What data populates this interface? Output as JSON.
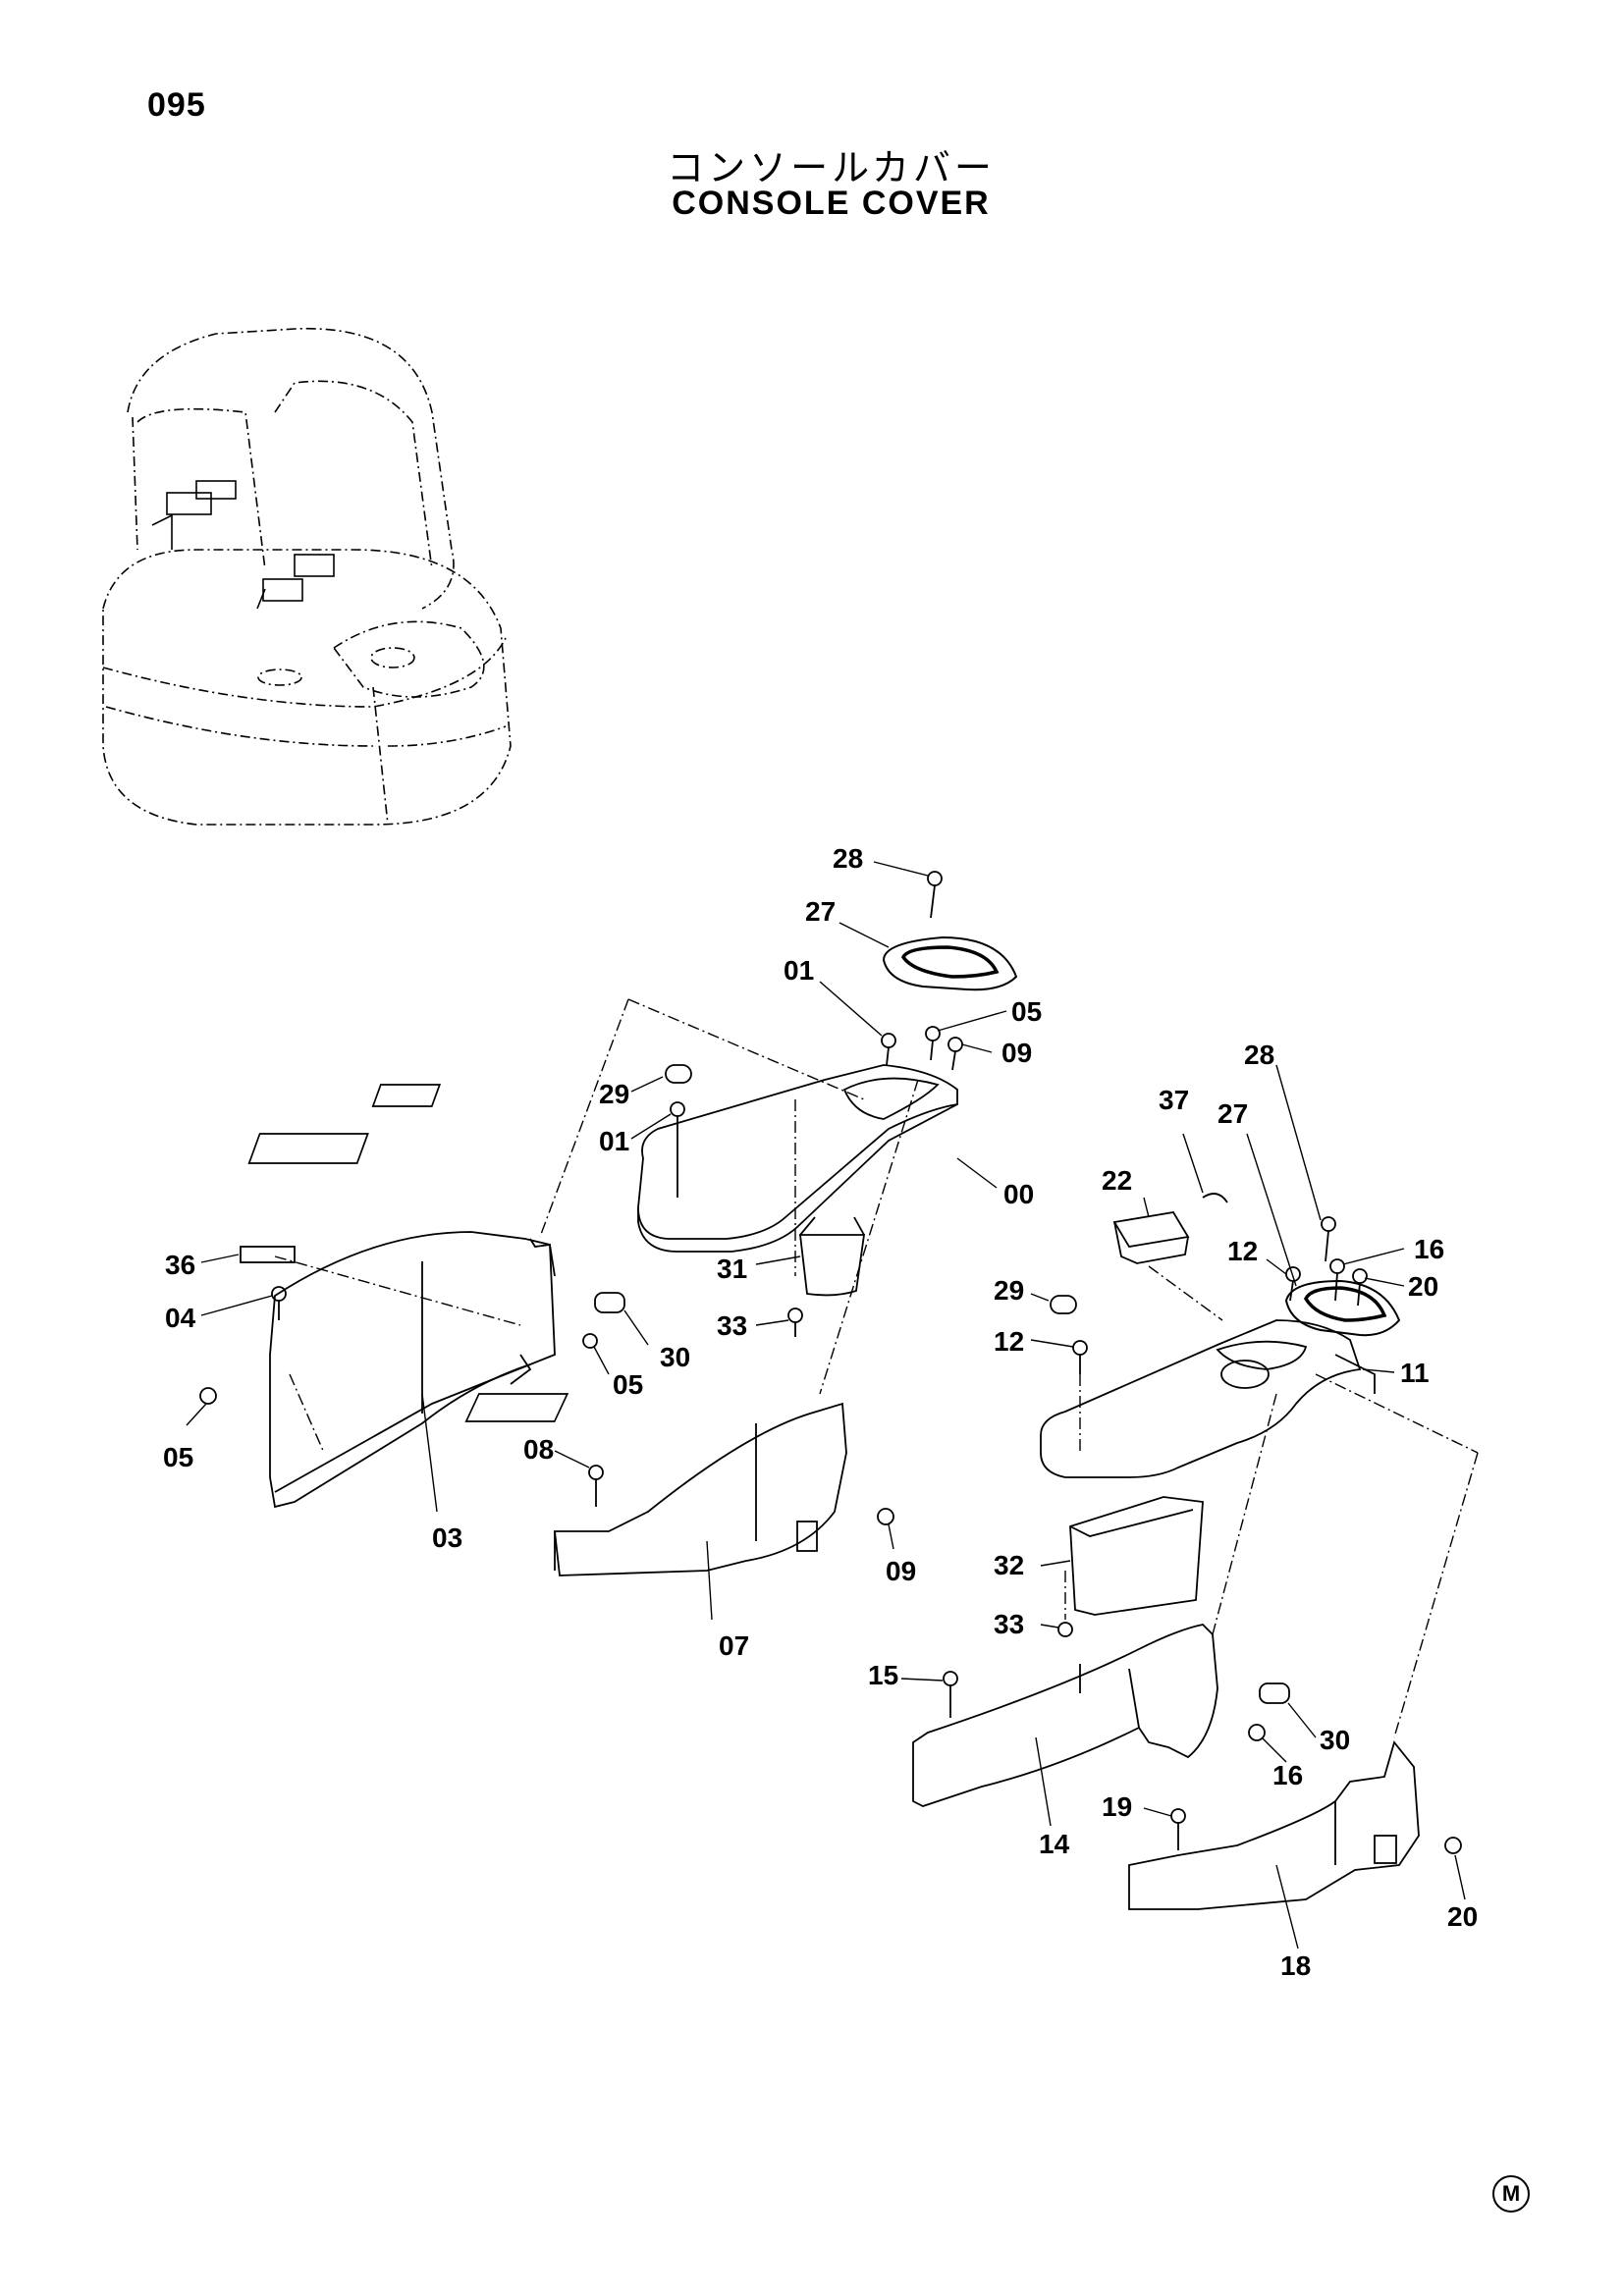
{
  "page": {
    "number": "095",
    "title_jp": "コンソールカバー",
    "title_en": "CONSOLE COVER",
    "marker": "M"
  },
  "callouts": [
    {
      "id": "c28a",
      "label": "28"
    },
    {
      "id": "c27a",
      "label": "27"
    },
    {
      "id": "c01a",
      "label": "01"
    },
    {
      "id": "c05a",
      "label": "05"
    },
    {
      "id": "c09a",
      "label": "09"
    },
    {
      "id": "c29a",
      "label": "29"
    },
    {
      "id": "c01b",
      "label": "01"
    },
    {
      "id": "c00",
      "label": "00"
    },
    {
      "id": "c31",
      "label": "31"
    },
    {
      "id": "c33a",
      "label": "33"
    },
    {
      "id": "c36",
      "label": "36"
    },
    {
      "id": "c04",
      "label": "04"
    },
    {
      "id": "c30a",
      "label": "30"
    },
    {
      "id": "c05b",
      "label": "05"
    },
    {
      "id": "c05c",
      "label": "05"
    },
    {
      "id": "c03",
      "label": "03"
    },
    {
      "id": "c08",
      "label": "08"
    },
    {
      "id": "c09b",
      "label": "09"
    },
    {
      "id": "c07",
      "label": "07"
    },
    {
      "id": "c28b",
      "label": "28"
    },
    {
      "id": "c37",
      "label": "37"
    },
    {
      "id": "c27b",
      "label": "27"
    },
    {
      "id": "c22",
      "label": "22"
    },
    {
      "id": "c12a",
      "label": "12"
    },
    {
      "id": "c16a",
      "label": "16"
    },
    {
      "id": "c20a",
      "label": "20"
    },
    {
      "id": "c29b",
      "label": "29"
    },
    {
      "id": "c12b",
      "label": "12"
    },
    {
      "id": "c11",
      "label": "11"
    },
    {
      "id": "c32",
      "label": "32"
    },
    {
      "id": "c33b",
      "label": "33"
    },
    {
      "id": "c15",
      "label": "15"
    },
    {
      "id": "c30b",
      "label": "30"
    },
    {
      "id": "c16b",
      "label": "16"
    },
    {
      "id": "c14",
      "label": "14"
    },
    {
      "id": "c19",
      "label": "19"
    },
    {
      "id": "c20b",
      "label": "20"
    },
    {
      "id": "c18",
      "label": "18"
    }
  ]
}
